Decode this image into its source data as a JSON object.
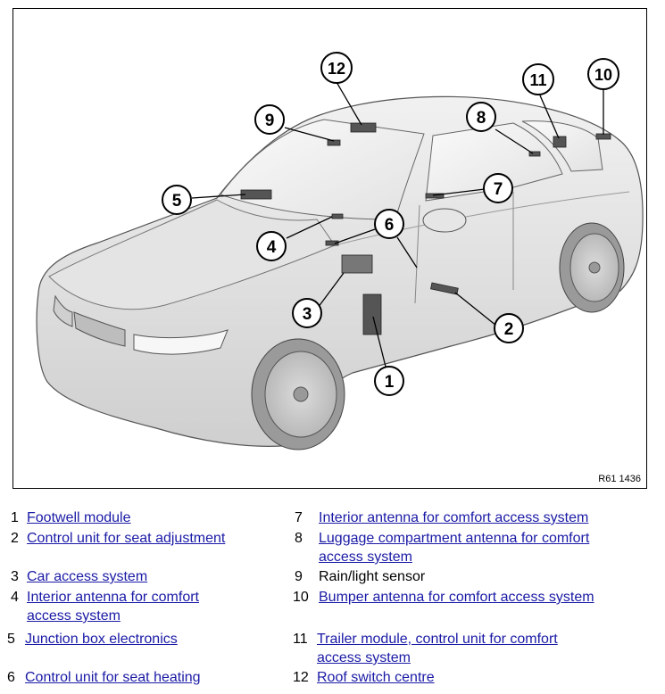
{
  "figure": {
    "reference": "R61 1436",
    "callouts": [
      "1",
      "2",
      "3",
      "4",
      "5",
      "6",
      "7",
      "8",
      "9",
      "10",
      "11",
      "12"
    ]
  },
  "legend": [
    {
      "num": "1",
      "label": "Footwell module",
      "link": true
    },
    {
      "num": "2",
      "label": "Control unit for seat adjustment",
      "link": true
    },
    {
      "num": "3",
      "label": "Car access system",
      "link": true
    },
    {
      "num": "4",
      "label": "Interior antenna for comfort access system",
      "link": true
    },
    {
      "num": "5",
      "label": "Junction box electronics",
      "link": true
    },
    {
      "num": "6",
      "label": "Control unit for seat heating",
      "link": true
    },
    {
      "num": "7",
      "label": "Interior antenna for comfort access system",
      "link": true
    },
    {
      "num": "8",
      "label": "Luggage compartment antenna for comfort access system",
      "link": true
    },
    {
      "num": "9",
      "label": "Rain/light sensor",
      "link": false
    },
    {
      "num": "10",
      "label": "Bumper antenna for comfort access system",
      "link": true
    },
    {
      "num": "11",
      "label": "Trailer module, control unit for comfort access system",
      "link": true
    },
    {
      "num": "12",
      "label": "Roof switch centre",
      "link": true
    }
  ]
}
